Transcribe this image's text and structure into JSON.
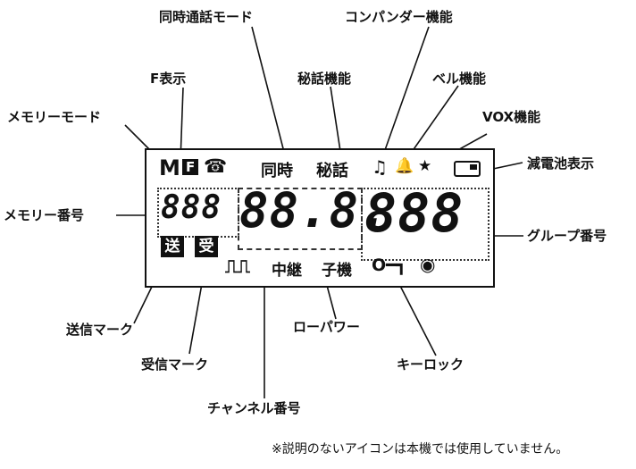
{
  "labels": {
    "dual_mode": "同時通話モード",
    "compander": "コンパンダー機能",
    "f_display": "F表示",
    "secret": "秘話機能",
    "bell": "ベル機能",
    "memory_mode": "メモリーモード",
    "vox": "VOX機能",
    "battery": "減電池表示",
    "memory_number": "メモリー番号",
    "group_number": "グループ番号",
    "send_mark": "送信マーク",
    "low_power": "ローパワー",
    "receive_mark": "受信マーク",
    "key_lock": "キーロック",
    "channel_number": "チャンネル番号"
  },
  "lcd": {
    "m": "M",
    "f": "F",
    "phone": "☎",
    "dual": "同時",
    "secret": "秘話",
    "note": "♫",
    "bell": "🔔",
    "star": "★",
    "mem_digits": "888",
    "chan_digits": "88.8.",
    "group_digits": "888",
    "send": "送",
    "receive": "受",
    "pulse": "⎍⎍",
    "relay": "中継",
    "child": "子機",
    "key": "O━┓",
    "eye": "◉"
  },
  "footnote": "※説明のないアイコンは本機では使用していません。"
}
